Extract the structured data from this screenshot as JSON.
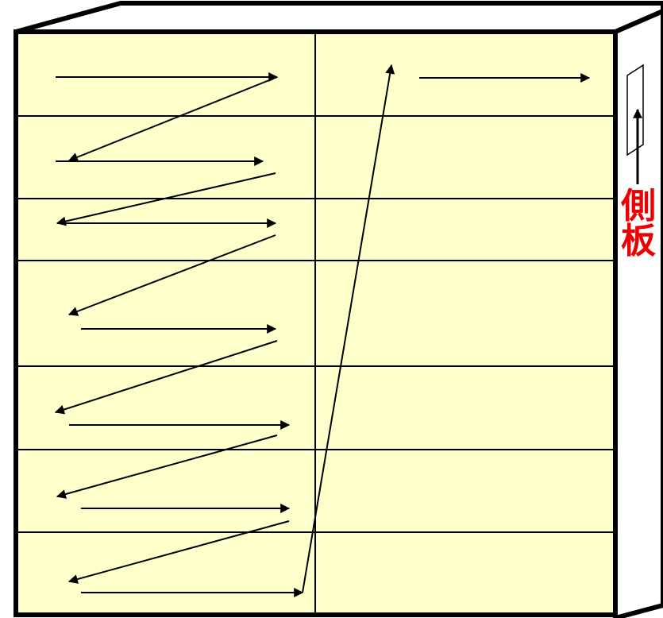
{
  "side_panel_label": {
    "char_1": "側",
    "char_2": "板"
  },
  "colors": {
    "panel_fill": "#ffffcc",
    "label_red": "#ee0000",
    "line_black": "#000000"
  },
  "panel": {
    "rows": 7,
    "columns": 2
  }
}
